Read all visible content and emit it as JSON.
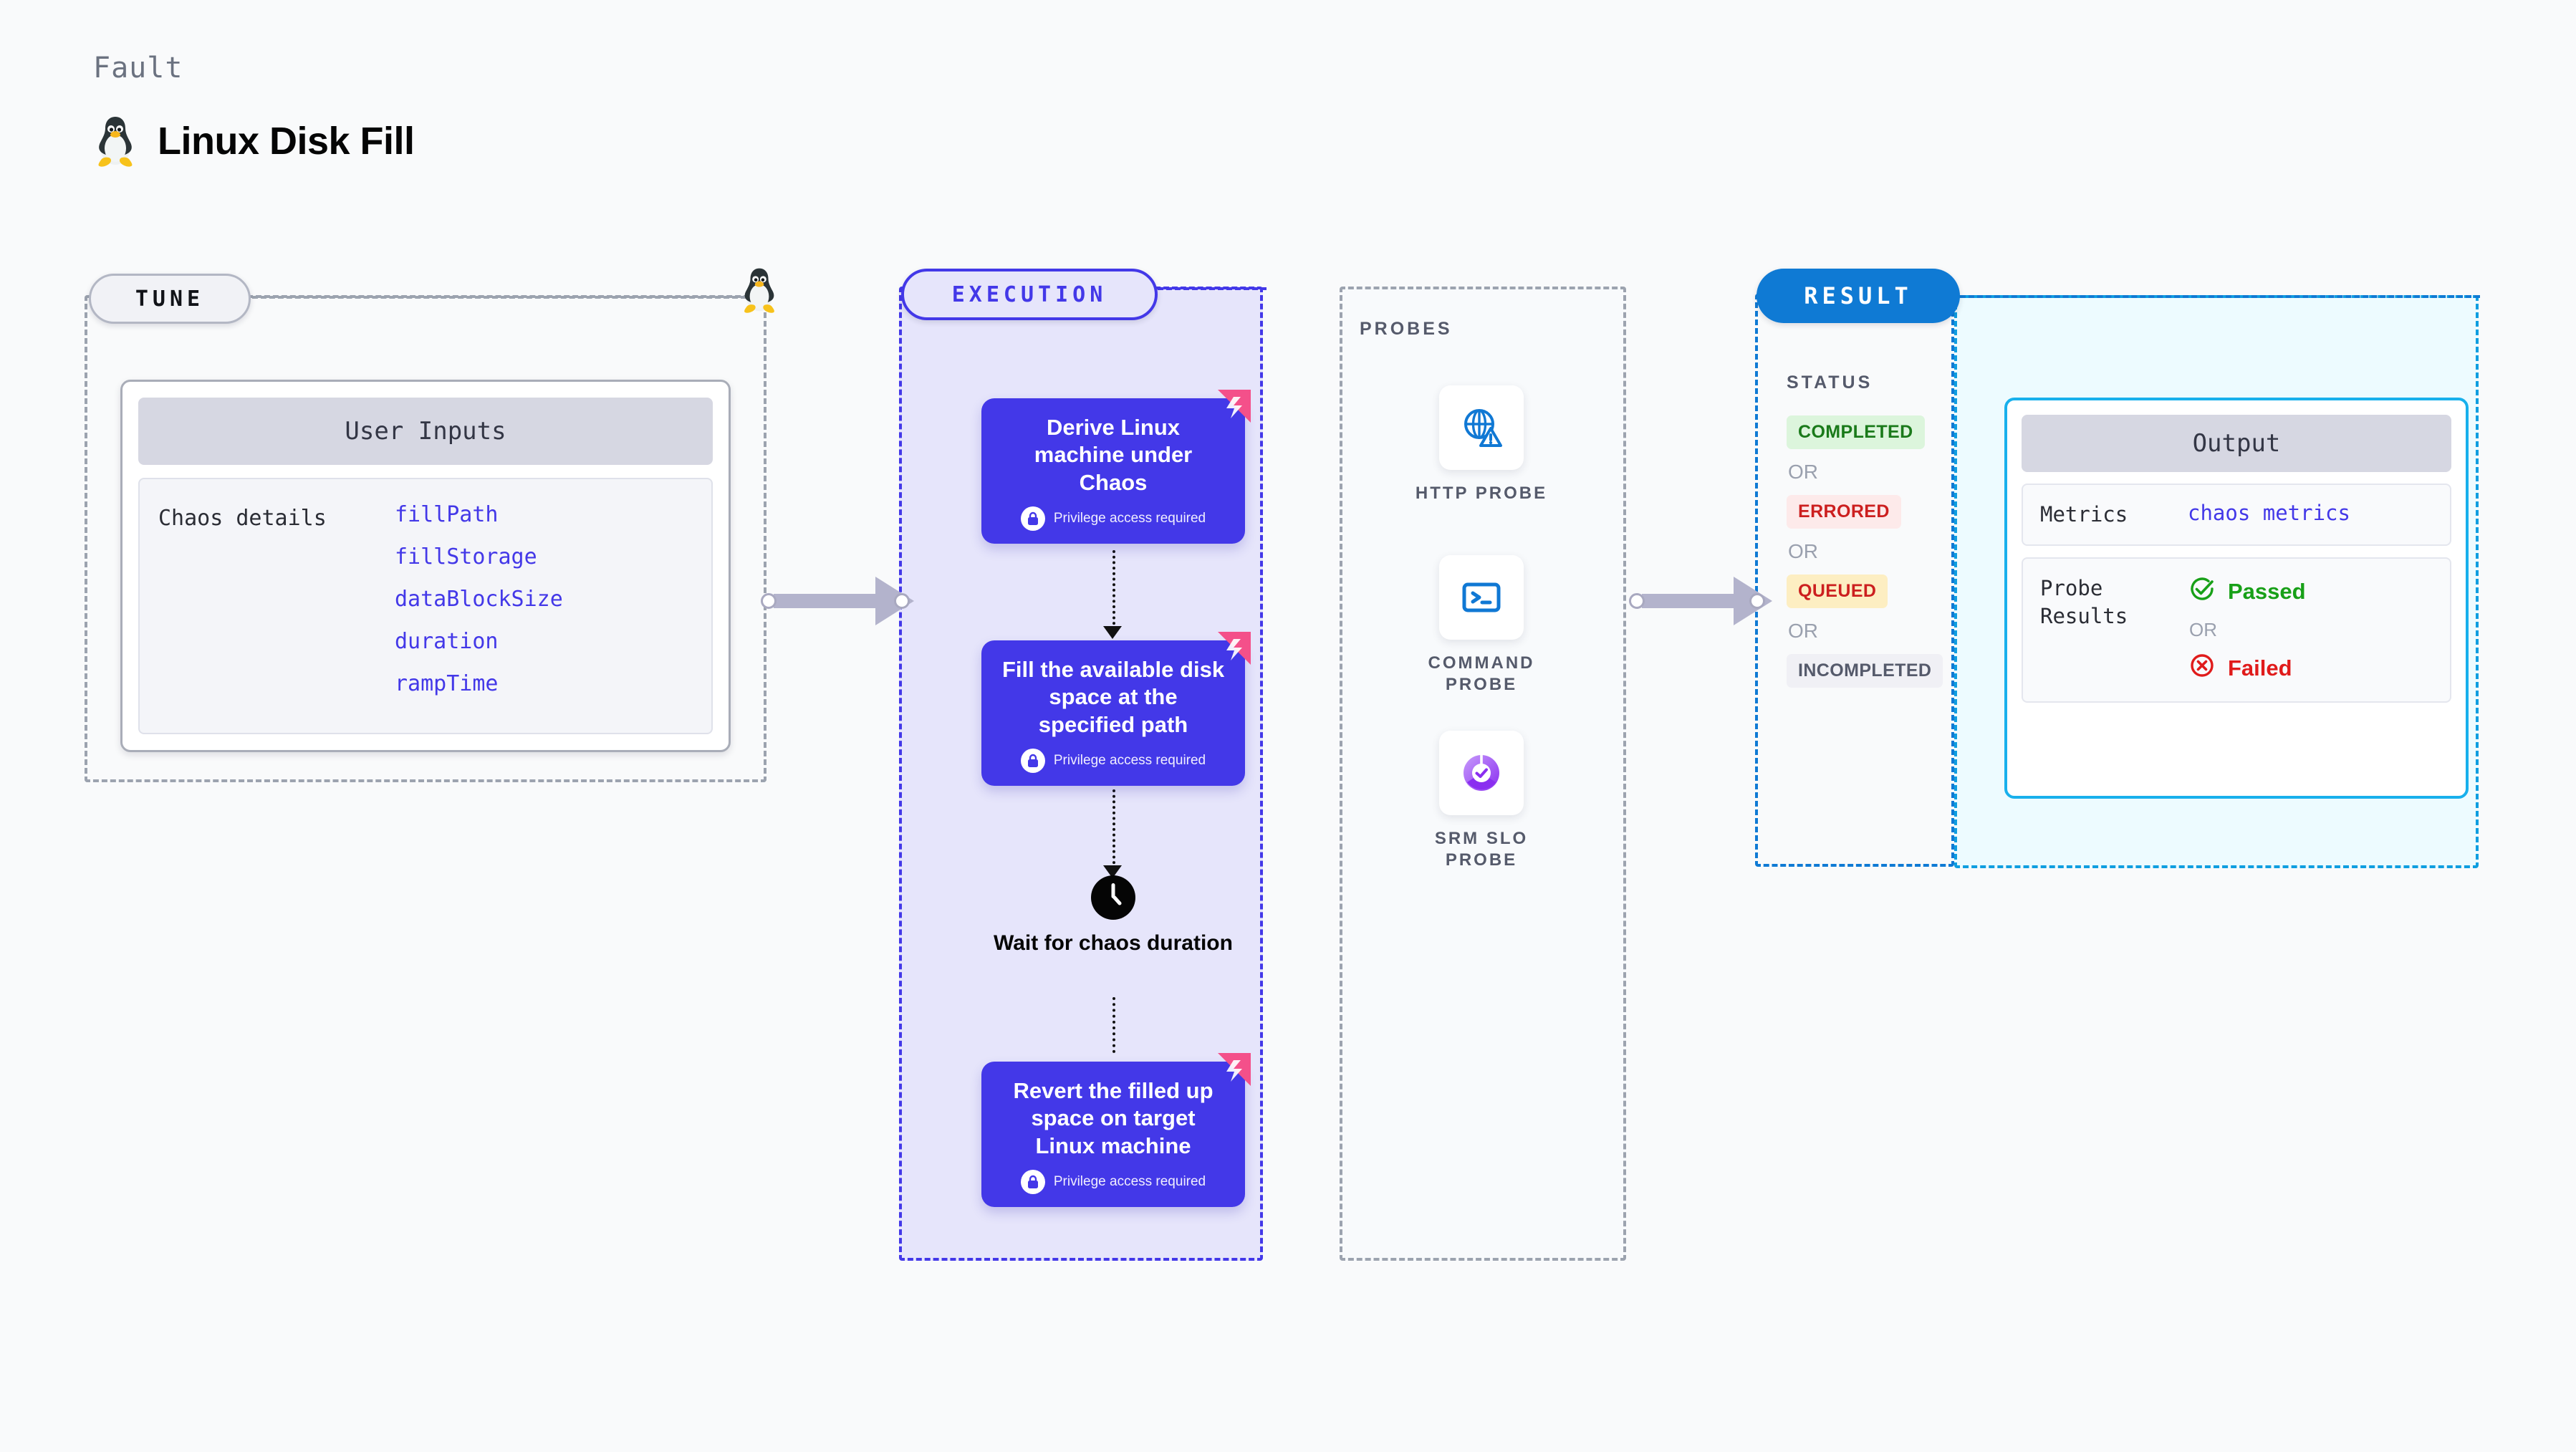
{
  "header": {
    "eyebrow": "Fault",
    "title": "Linux Disk Fill",
    "icon": "linux-tux-icon"
  },
  "tune": {
    "pill_label": "TUNE",
    "card_title": "User Inputs",
    "row_label": "Chaos details",
    "parameters": [
      "fillPath",
      "fillStorage",
      "dataBlockSize",
      "duration",
      "rampTime"
    ]
  },
  "execution": {
    "pill_label": "EXECUTION",
    "steps": [
      {
        "title": "Derive Linux machine under Chaos",
        "note": "Privilege access required",
        "flag": "chaos-flag-icon",
        "lock": "lock-icon"
      },
      {
        "title": "Fill the available disk space at the specified path",
        "note": "Privilege access required",
        "flag": "chaos-flag-icon",
        "lock": "lock-icon"
      },
      {
        "title": "Revert the filled up space on target Linux machine",
        "note": "Privilege access required",
        "flag": "chaos-flag-icon",
        "lock": "lock-icon"
      }
    ],
    "wait": {
      "icon": "clock-icon",
      "label": "Wait for chaos duration"
    }
  },
  "probes": {
    "section_label": "PROBES",
    "items": [
      {
        "name": "HTTP PROBE",
        "icon": "globe-warning-icon"
      },
      {
        "name": "COMMAND PROBE",
        "icon": "terminal-icon"
      },
      {
        "name": "SRM SLO PROBE",
        "icon": "slo-donut-check-icon"
      }
    ]
  },
  "result": {
    "pill_label": "RESULT",
    "status_label": "STATUS",
    "or_label": "OR",
    "statuses": [
      {
        "label": "COMPLETED",
        "style": "completed"
      },
      {
        "label": "ERRORED",
        "style": "errored"
      },
      {
        "label": "QUEUED",
        "style": "queued"
      },
      {
        "label": "INCOMPLETED",
        "style": "incomplete"
      }
    ]
  },
  "output": {
    "card_title": "Output",
    "metrics_key": "Metrics",
    "metrics_value": "chaos metrics",
    "probe_results_key": "Probe Results",
    "passed_label": "Passed",
    "failed_label": "Failed",
    "or_label": "OR",
    "passed_icon": "check-circle-icon",
    "failed_icon": "x-circle-icon"
  },
  "colors": {
    "primary_purple": "#4338e8",
    "execution_bg": "#e6e5fb",
    "result_blue": "#0f7ad4",
    "output_cyan": "#18b0ec",
    "flag_pink": "#f4508a",
    "passed_green": "#18a018",
    "failed_red": "#e01b1b",
    "probe_blue": "#1078d4",
    "slo_purple": "#9b4df0"
  }
}
